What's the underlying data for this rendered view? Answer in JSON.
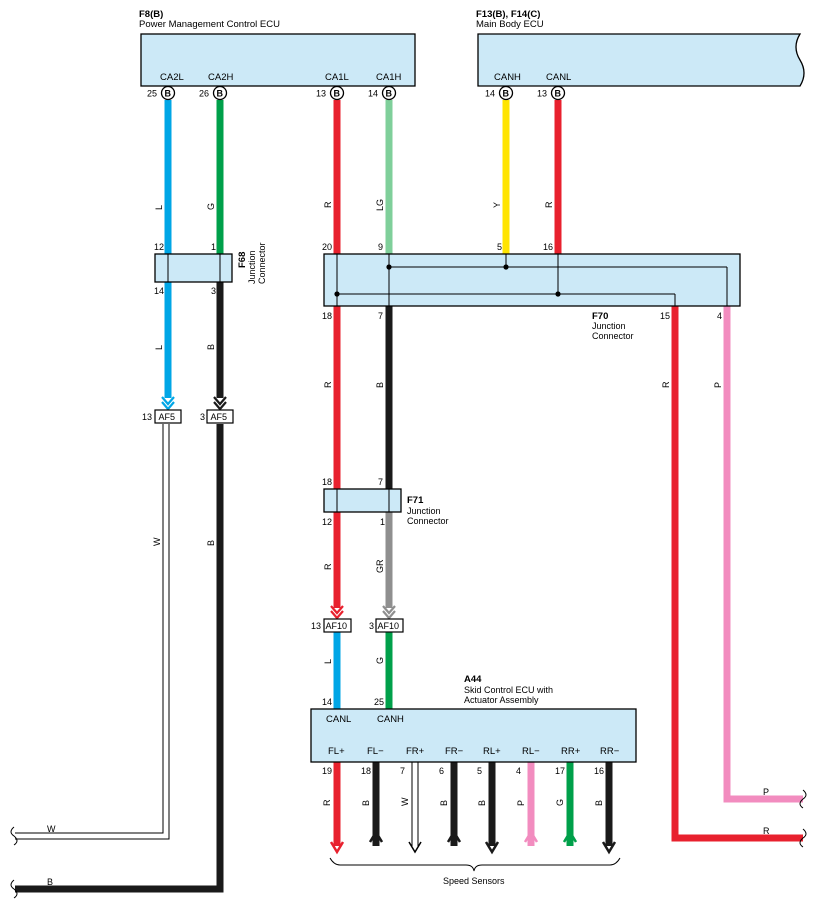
{
  "ecu_f8": {
    "id": "F8(B)",
    "name": "Power Management Control ECU",
    "pins": [
      "CA2L",
      "CA2H",
      "CA1L",
      "CA1H"
    ],
    "pin_numbers": [
      "25",
      "26",
      "13",
      "14"
    ],
    "pin_tag": "B"
  },
  "ecu_f13": {
    "id": "F13(B), F14(C)",
    "name": "Main Body ECU",
    "pins": [
      "CANH",
      "CANL"
    ],
    "pin_numbers": [
      "14",
      "13"
    ],
    "pin_tag": "B"
  },
  "f68": {
    "id": "F68",
    "name_line1": "Junction",
    "name_line2": "Connector",
    "pins": [
      "12",
      "1",
      "14",
      "3"
    ]
  },
  "f70": {
    "id": "F70",
    "name_line1": "Junction",
    "name_line2": "Connector",
    "pins": [
      "20",
      "9",
      "5",
      "16",
      "18",
      "7",
      "15",
      "4"
    ]
  },
  "f71": {
    "id": "F71",
    "name_line1": "Junction",
    "name_line2": "Connector",
    "pins": [
      "18",
      "7",
      "12",
      "1"
    ]
  },
  "af5": {
    "label": "AF5",
    "pins": [
      "13",
      "3"
    ]
  },
  "af10": {
    "label": "AF10",
    "pins": [
      "13",
      "3"
    ]
  },
  "a44": {
    "id": "A44",
    "name_line1": "Skid Control ECU with",
    "name_line2": "Actuator Assembly",
    "top_pins": [
      "CANL",
      "CANH"
    ],
    "top_numbers": [
      "14",
      "25"
    ],
    "bottom_pins": [
      "FL+",
      "FL−",
      "FR+",
      "FR−",
      "RL+",
      "RL−",
      "RR+",
      "RR−"
    ],
    "bottom_numbers": [
      "19",
      "18",
      "7",
      "6",
      "5",
      "4",
      "17",
      "16"
    ],
    "bottom_wire_colors": [
      "R",
      "B",
      "W",
      "B",
      "B",
      "P",
      "G",
      "B"
    ]
  },
  "wire_colors": {
    "ca2l": "L",
    "ca2h": "G",
    "ca1l": "R",
    "ca1h": "LG",
    "canh": "Y",
    "canl": "R",
    "f68_14": "L",
    "f68_3": "B",
    "af5_w": "W",
    "af5_b": "B",
    "f70_18": "R",
    "f70_7": "B",
    "f70_15": "R",
    "f70_4": "P",
    "f71_12": "R",
    "f71_1": "GR",
    "af10_l": "L",
    "af10_g": "G",
    "out_w": "W",
    "out_b": "B",
    "out_p": "P",
    "out_r": "R"
  },
  "speed_sensors_label": "Speed Sensors",
  "colors": {
    "L": "#00a6e6",
    "G": "#00a04a",
    "R": "#e8212e",
    "LG": "#7fcf9a",
    "Y": "#ffe400",
    "B": "#1a1a1a",
    "W": "#ffffff",
    "P": "#f28cbf",
    "GR": "#8f8f8f",
    "connector": "#cce9f7"
  }
}
